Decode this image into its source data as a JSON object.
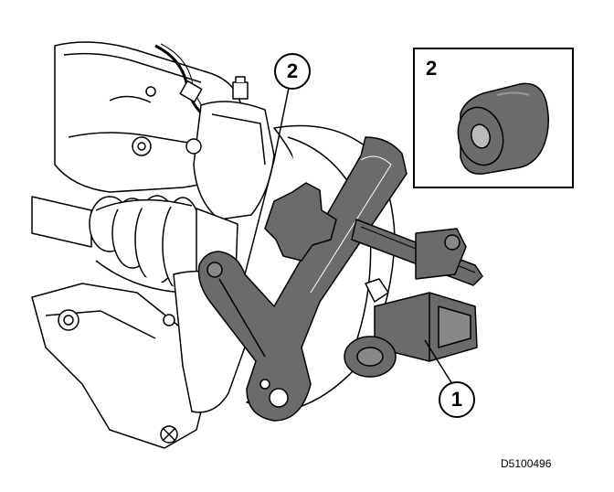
{
  "callouts": {
    "part_2": "2",
    "part_1": "1"
  },
  "inset": {
    "label": "2"
  },
  "reference_code": "D5100496",
  "colors": {
    "line": "#000000",
    "tool_fill": "#6b6b6b",
    "background": "#ffffff"
  }
}
